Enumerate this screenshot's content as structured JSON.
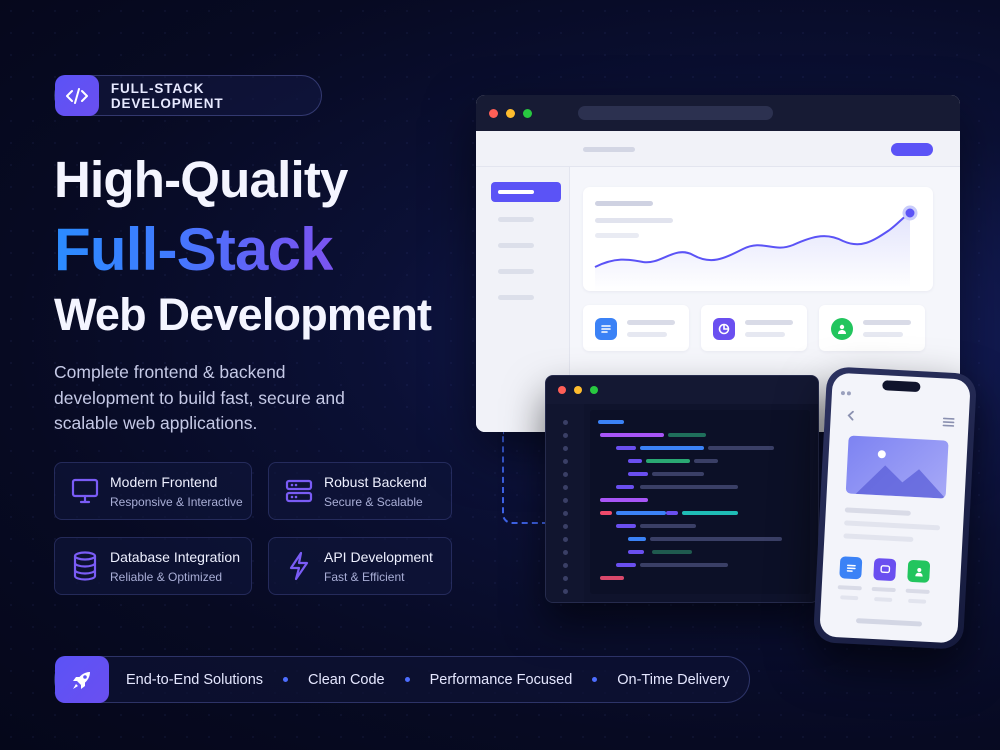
{
  "badge": {
    "label": "FULL-STACK DEVELOPMENT",
    "icon": "code-brackets-icon"
  },
  "headline": {
    "line1": "High-Quality",
    "line2": "Full-Stack",
    "line3": "Web Development"
  },
  "description": "Complete frontend & backend development to build fast, secure and scalable web applications.",
  "features": [
    {
      "title": "Modern Frontend",
      "subtitle": "Responsive & Interactive",
      "icon": "monitor-icon"
    },
    {
      "title": "Robust Backend",
      "subtitle": "Secure & Scalable",
      "icon": "server-icon"
    },
    {
      "title": "Database Integration",
      "subtitle": "Reliable & Optimized",
      "icon": "database-icon"
    },
    {
      "title": "API Development",
      "subtitle": "Fast & Efficient",
      "icon": "lightning-icon"
    }
  ],
  "bottom_bar": {
    "icon": "rocket-icon",
    "items": [
      "End-to-End Solutions",
      "Clean Code",
      "Performance Focused",
      "On-Time Delivery"
    ]
  },
  "colors": {
    "accent": "#5b53f6",
    "blue": "#2b8cff",
    "background": "#070a22"
  }
}
